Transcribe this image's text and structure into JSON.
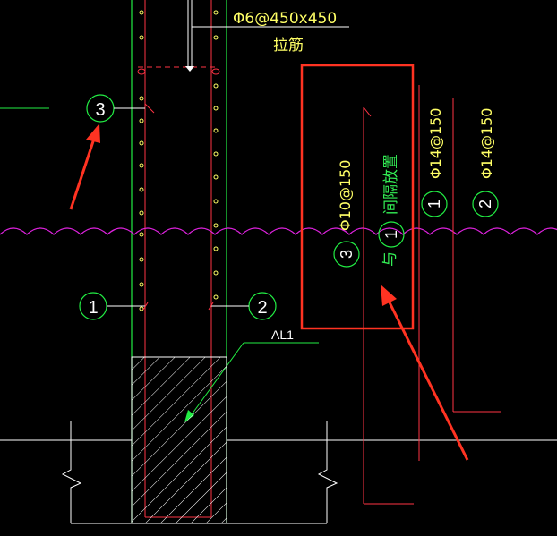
{
  "colors": {
    "background": "#000000",
    "green": "#22ee44",
    "red": "#ff3344",
    "yellow": "#ffff66",
    "magenta": "#dd22dd",
    "white": "#ffffff",
    "highlight": "#ff3322"
  },
  "annotations": {
    "stirrup_spec": "Φ6@450x450",
    "stirrup_note": "拉筋",
    "beam_label": "AL1",
    "bar3_spec": "Φ10@150",
    "alternate_note": "间隔放置",
    "with_text": "与",
    "bar1_spec": "Φ14@150",
    "bar2_spec": "Φ14@150"
  },
  "markers": {
    "m3_left": "3",
    "m1_left": "1",
    "m2_left": "2",
    "m3_box": "3",
    "m1_box_a": "1",
    "m1_box_b": "1",
    "m2_box": "2"
  }
}
